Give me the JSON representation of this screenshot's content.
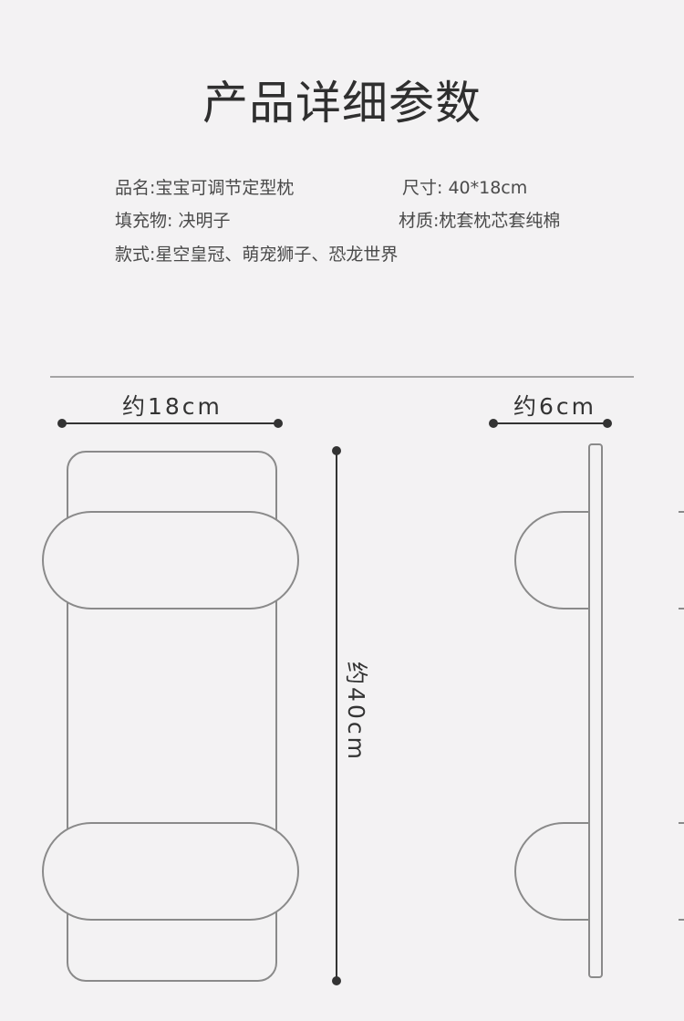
{
  "title": "产品详细参数",
  "specs": {
    "name": "品名:宝宝可调节定型枕",
    "size": "尺寸: 40*18cm",
    "filling": "填充物: 决明子",
    "material": "材质:枕套枕芯套纯棉",
    "styles": "款式:星空皇冠、萌宠狮子、恐龙世界"
  },
  "dimensions": {
    "width": "约18cm",
    "length": "约40cm",
    "depth": "约6cm"
  },
  "colors": {
    "background": "#f3f2f3",
    "outline": "#8a8a8a",
    "dimension_line": "#333333"
  }
}
